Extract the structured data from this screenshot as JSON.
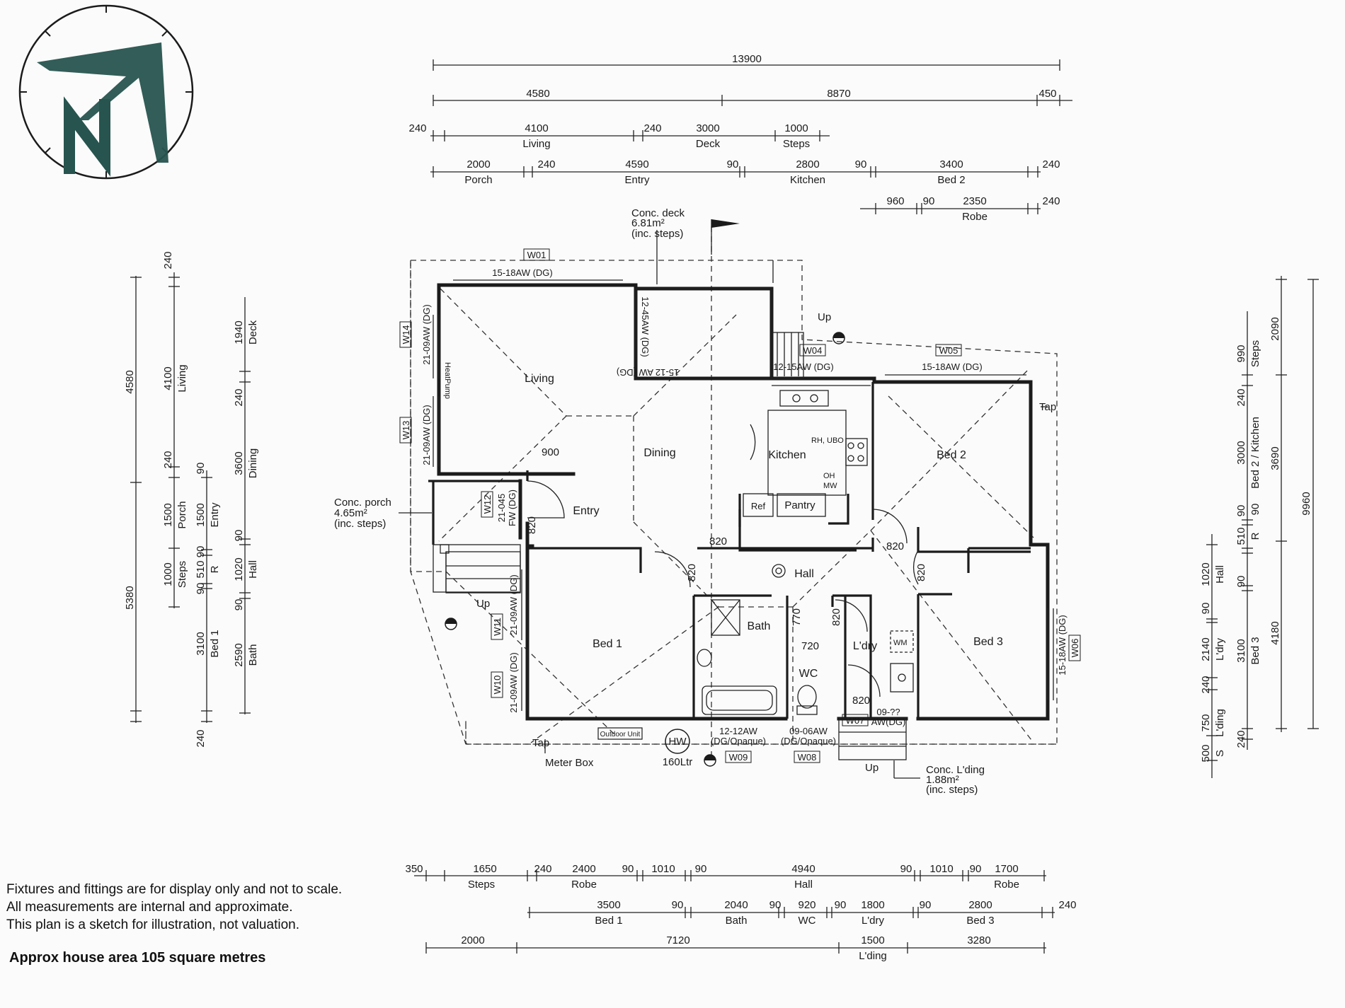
{
  "top_dims": {
    "row1": [
      "13900"
    ],
    "row2": [
      "4580",
      "8870",
      "450"
    ],
    "row3": [
      [
        "240",
        ""
      ],
      [
        "4100",
        "Living"
      ],
      [
        "240",
        ""
      ],
      [
        "3000",
        "Deck"
      ],
      [
        "1000",
        "Steps"
      ]
    ],
    "row4": [
      [
        "2000",
        "Porch"
      ],
      [
        "240",
        ""
      ],
      [
        "4590",
        "Entry"
      ],
      [
        "90",
        ""
      ],
      [
        "2800",
        "Kitchen"
      ],
      [
        "90",
        ""
      ],
      [
        "3400",
        "Bed 2"
      ],
      [
        "240",
        ""
      ]
    ],
    "row5": [
      [
        "960",
        ""
      ],
      [
        "90",
        ""
      ],
      [
        "2350",
        "Robe"
      ],
      [
        "240",
        ""
      ]
    ]
  },
  "bottom_dims": {
    "row1": [
      [
        "350",
        ""
      ],
      [
        "1650",
        "Steps"
      ],
      [
        "240",
        ""
      ],
      [
        "2400",
        "Robe"
      ],
      [
        "90",
        ""
      ],
      [
        "1010",
        ""
      ],
      [
        "90",
        ""
      ],
      [
        "4940",
        "Hall"
      ],
      [
        "90",
        ""
      ],
      [
        "1010",
        ""
      ],
      [
        "90",
        ""
      ],
      [
        "1700",
        "Robe"
      ]
    ],
    "row2": [
      [
        "3500",
        "Bed 1"
      ],
      [
        "90",
        ""
      ],
      [
        "2040",
        "Bath"
      ],
      [
        "90",
        ""
      ],
      [
        "920",
        "WC"
      ],
      [
        "90",
        ""
      ],
      [
        "1800",
        "L'dry"
      ],
      [
        "90",
        ""
      ],
      [
        "2800",
        "Bed 3"
      ],
      [
        "240",
        ""
      ]
    ],
    "row3": [
      [
        "2000",
        ""
      ],
      [
        "7120",
        ""
      ],
      [
        "1500",
        "L'ding"
      ],
      [
        "3280",
        ""
      ]
    ]
  },
  "left_dims": {
    "col1": [
      "4580",
      "5380",
      "240"
    ],
    "col2": [
      [
        "240",
        ""
      ],
      [
        "4100",
        "Living"
      ],
      [
        "240",
        ""
      ],
      [
        "1500",
        "Porch"
      ],
      [
        "1000",
        "Steps"
      ]
    ],
    "col3": [
      [
        "90",
        ""
      ],
      [
        "1500",
        "Entry"
      ],
      [
        "90",
        ""
      ],
      [
        "510",
        ""
      ],
      [
        "90",
        ""
      ],
      [
        "R",
        ""
      ],
      [
        "3100",
        "Bed 1"
      ],
      [
        "240",
        ""
      ]
    ],
    "col4": [
      [
        "1940",
        "Deck"
      ],
      [
        "240",
        ""
      ],
      [
        "3600",
        "Dining"
      ],
      [
        "90",
        ""
      ],
      [
        "1020",
        "Hall"
      ],
      [
        "90",
        ""
      ],
      [
        "2590",
        "Bath"
      ]
    ]
  },
  "right_dims": {
    "col1": [
      [
        "2090",
        ""
      ],
      [
        "3690",
        ""
      ],
      [
        "4180",
        ""
      ],
      [
        "9960",
        ""
      ]
    ],
    "col2": [
      [
        "990",
        "Steps"
      ],
      [
        "240",
        ""
      ],
      [
        "3000",
        "Bed 2 / Kitchen"
      ],
      [
        "90",
        ""
      ],
      [
        "510",
        ""
      ],
      [
        "90",
        ""
      ],
      [
        "R",
        ""
      ],
      [
        "90",
        ""
      ],
      [
        "3100",
        "Bed 3"
      ],
      [
        "240",
        ""
      ]
    ],
    "col3": [
      [
        "1020",
        "Hall"
      ],
      [
        "90",
        ""
      ],
      [
        "2140",
        "L'dry"
      ],
      [
        "240",
        ""
      ],
      [
        "750",
        "L'ding"
      ],
      [
        "500",
        ""
      ],
      [
        "S",
        ""
      ]
    ]
  },
  "rooms": {
    "living": "Living",
    "dining": "Dining",
    "kitchen": "Kitchen",
    "entry": "Entry",
    "hall": "Hall",
    "bed1": "Bed 1",
    "bed2": "Bed 2",
    "bed3": "Bed 3",
    "bath": "Bath",
    "ldry": "L'dry",
    "wc": "WC",
    "pantry": "Pantry",
    "ref": "Ref"
  },
  "annotations": {
    "conc_deck": [
      "Conc. deck",
      "6.81m²",
      "(inc. steps)"
    ],
    "conc_porch": [
      "Conc. porch",
      "4.65m²",
      "(inc. steps)"
    ],
    "conc_lding": [
      "Conc. L'ding",
      "1.88m²",
      "(inc. steps)"
    ],
    "up": "Up",
    "tap": "Tap",
    "meter_box": "Meter Box",
    "hw": "HW",
    "hw_size": "160Ltr",
    "outdoor_unit": "Outdoor Unit",
    "heat_pump": "HeatPump",
    "rh_ubo": "RH, UBO",
    "oh": "OH",
    "mw": "MW",
    "wm": "WM",
    "door_820": "820",
    "w900": "900",
    "w720": "720",
    "w770": "770"
  },
  "windows": {
    "W01": "W01",
    "W04": "W04",
    "W05": "W05",
    "W06": "W06",
    "W07": "W07",
    "W08": "W08",
    "W09": "W09",
    "W10": "W10",
    "W11": "W11",
    "W12": "W12",
    "W13": "W13",
    "W14": "W14",
    "w01_spec": "15-18AW (DG)",
    "w04_spec": "12-15AW (DG)",
    "w05_spec": "15-18AW (DG)",
    "w06_spec": "15-18AW (DG)",
    "w07_spec": "09-?? AW(DG)",
    "w07_a": "09-??",
    "w07_b": "AW(DG)",
    "w08_spec": [
      "09-06AW",
      "(DG/Opaque)"
    ],
    "w09_spec": [
      "12-12AW",
      "(DG/Opaque)"
    ],
    "w10_spec": "21-09AW (DG)",
    "w11_spec": "21-09AW (DG)",
    "w12_spec": [
      "21-045",
      "FW (DG)"
    ],
    "w13_spec": "21-09AW (DG)",
    "w14_spec": "21-09AW (DG)",
    "deck_spec": "15-12 AW (DG)",
    "deck_spec2": "12-45AW (DG)"
  },
  "notes": [
    "Fixtures and fittings are for display only and not to scale.",
    "All measurements are internal and approximate.",
    "This plan is a sketch for illustration, not valuation."
  ],
  "area": "Approx house area 105 square metres",
  "colors": {
    "ink": "#1b1b1b",
    "compass": "#27544f",
    "paper": "#fbfbfb"
  }
}
